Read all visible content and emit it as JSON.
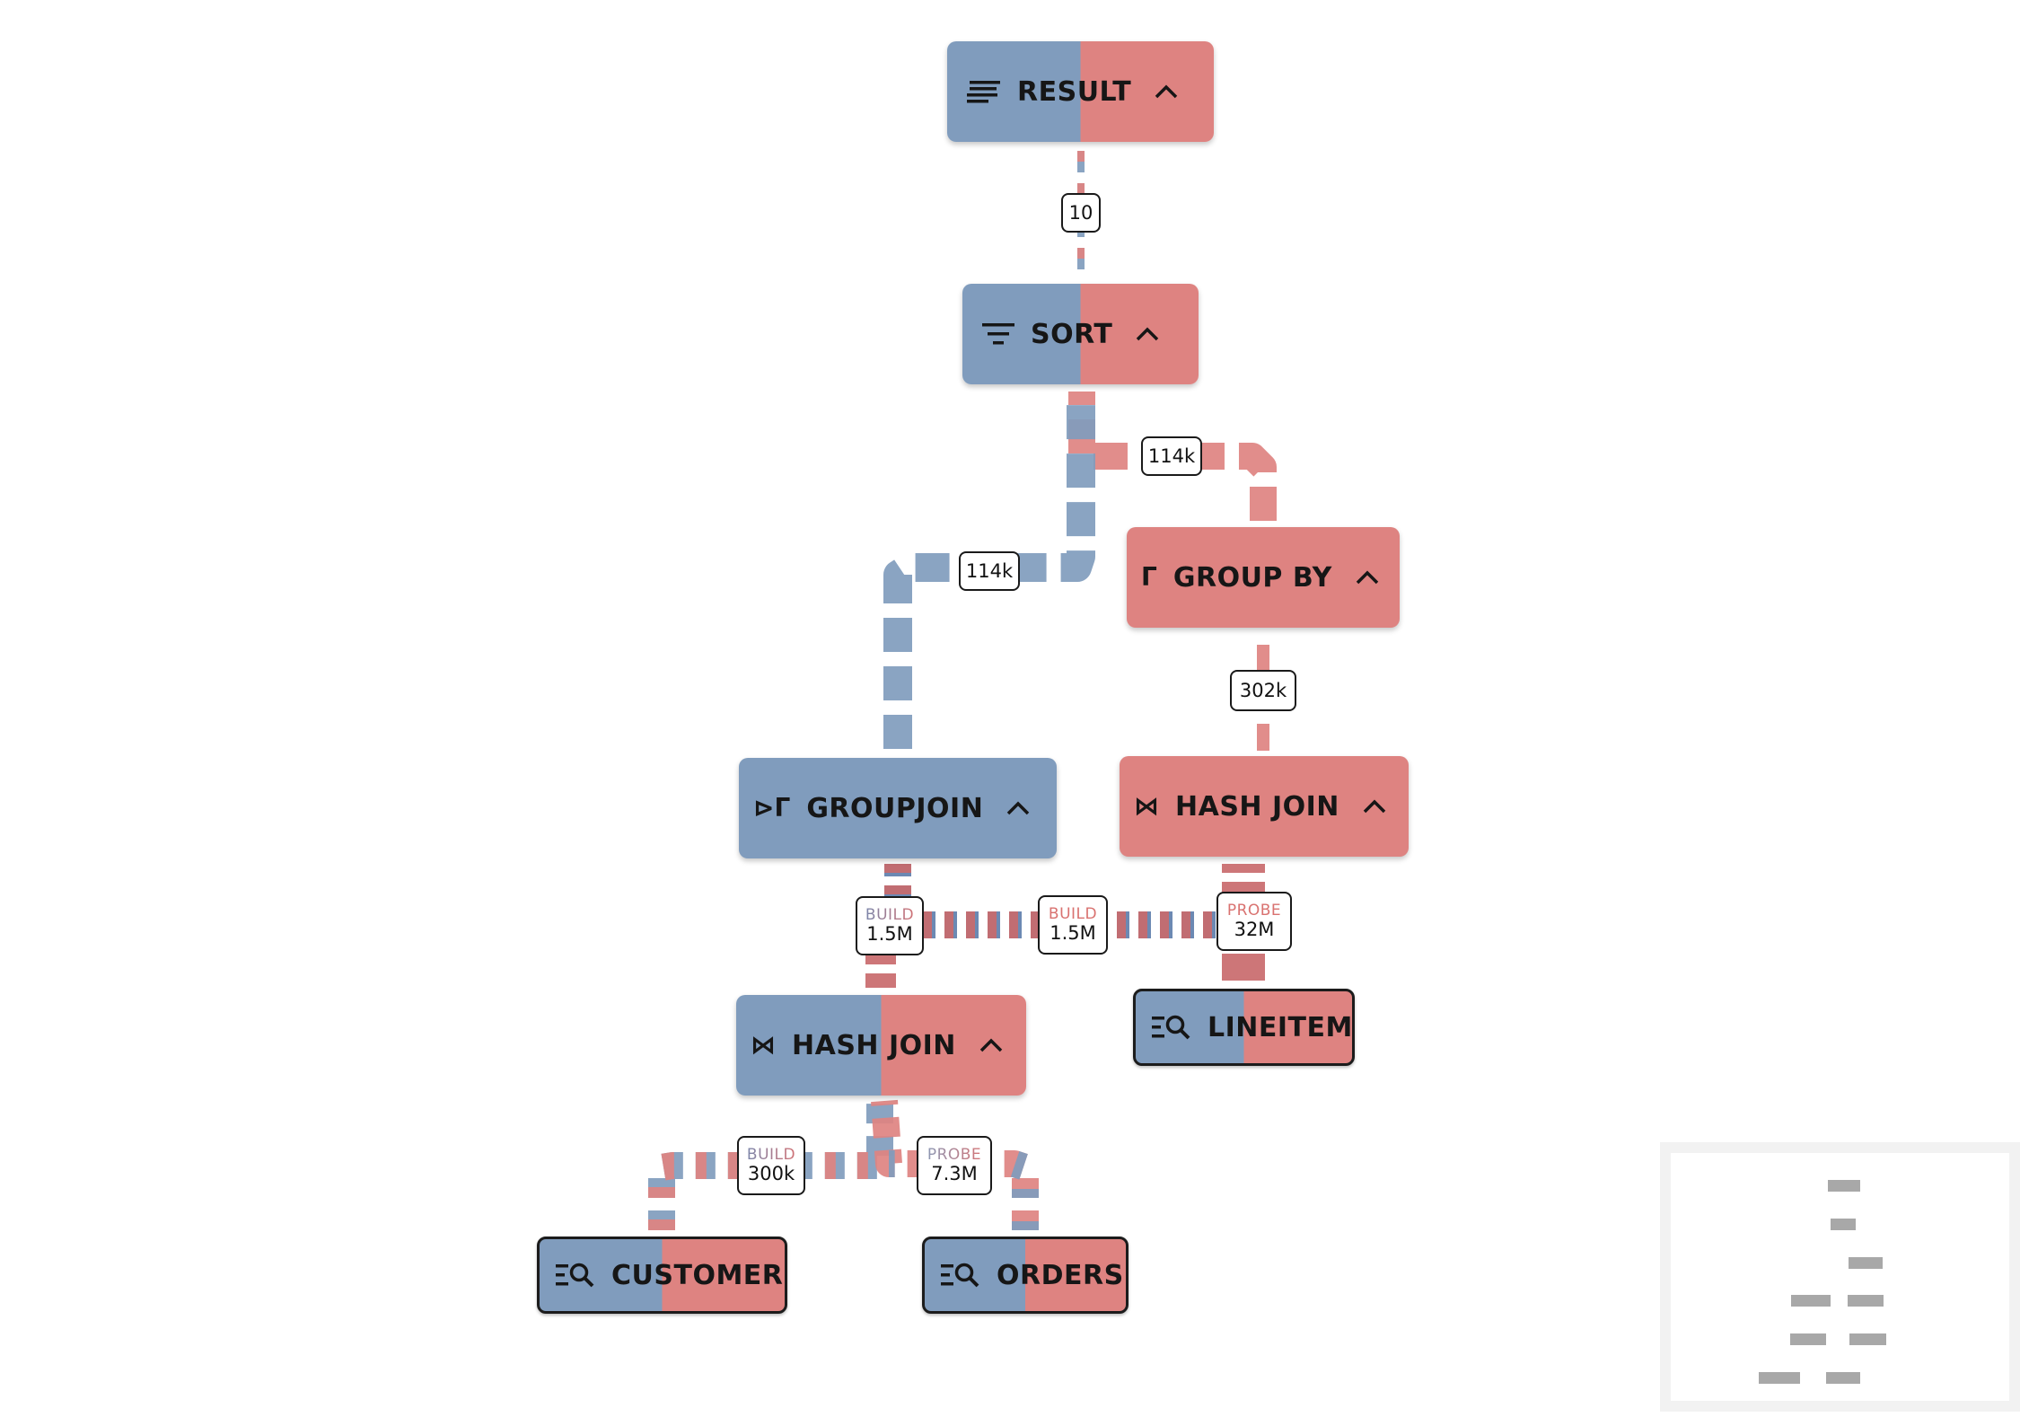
{
  "nodes": {
    "result": {
      "label": "RESULT",
      "icon": "result-lines-icon"
    },
    "sort": {
      "label": "SORT",
      "icon": "sort-filter-icon"
    },
    "group_by": {
      "label": "GROUP BY",
      "icon": "gamma-icon",
      "glyph": "Γ"
    },
    "groupjoin": {
      "label": "GROUPJOIN",
      "icon": "groupjoin-icon",
      "glyph": "⊳Γ"
    },
    "hash_join_right": {
      "label": "HASH JOIN",
      "icon": "bowtie-join-icon",
      "glyph": "⋈"
    },
    "hash_join_left": {
      "label": "HASH JOIN",
      "icon": "bowtie-join-icon",
      "glyph": "⋈"
    },
    "lineitem": {
      "label": "LINEITEM",
      "icon": "table-scan-icon"
    },
    "customer": {
      "label": "CUSTOMER",
      "icon": "table-scan-icon"
    },
    "orders": {
      "label": "ORDERS",
      "icon": "table-scan-icon"
    }
  },
  "edges": {
    "sort_to_result": {
      "count": "10"
    },
    "group_by_to_sort": {
      "count": "114k"
    },
    "groupjoin_to_sort": {
      "count": "114k"
    },
    "hash_join_right_to_group_by": {
      "count": "302k"
    },
    "groupjoin_build": {
      "role": "BUILD",
      "count": "1.5M"
    },
    "hash_join_right_build": {
      "role": "BUILD",
      "count": "1.5M"
    },
    "lineitem_probe": {
      "role": "PROBE",
      "count": "32M"
    },
    "customer_build": {
      "role": "BUILD",
      "count": "300k"
    },
    "orders_probe": {
      "role": "PROBE",
      "count": "7.3M"
    }
  },
  "colors": {
    "blue": "#809cbd",
    "red": "#de8381",
    "dark_blue": "#5f7fad",
    "dark_red": "#c96a6c",
    "minimap_node": "#a8a8a8"
  },
  "controls": {
    "collapse_icon": "chevron-up-icon"
  }
}
